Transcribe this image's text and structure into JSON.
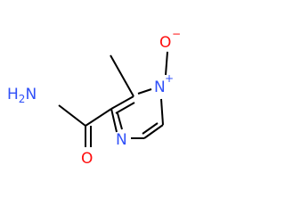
{
  "molecule": {
    "atoms": {
      "amide_nitrogen": "H2N",
      "carbonyl_oxygen": "O",
      "ring_nitrogen_top": "N",
      "ring_nitrogen_bottom": "N",
      "n_oxide_oxygen": "O"
    },
    "charges": {
      "ring_nitrogen_top": "+",
      "n_oxide_oxygen": "−"
    }
  },
  "colors": {
    "bond": "#000000",
    "nitrogen": "#3050F8",
    "oxygen": "#FF0D0D"
  }
}
